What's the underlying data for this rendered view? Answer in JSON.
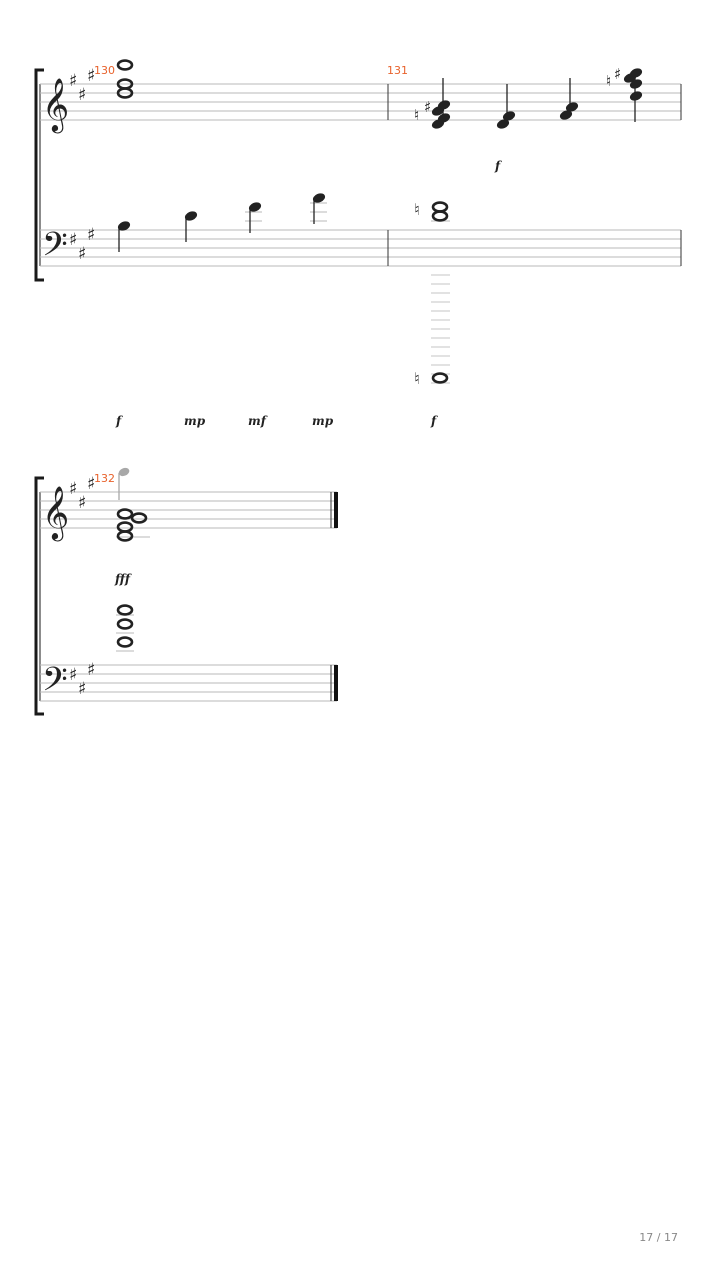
{
  "colors": {
    "measure_number": "#e8622c",
    "staff_line": "#b9b9b9",
    "ink": "#222222",
    "ghost_note": "#a8a8a8",
    "page_number": "#888888"
  },
  "key_signature": "A major (3 sharps)",
  "clefs": [
    "treble-clef-icon",
    "bass-clef-icon"
  ],
  "systems": [
    {
      "measures": [
        {
          "number": "130",
          "dynamics": [
            "f",
            "mp",
            "mf",
            "mp"
          ]
        },
        {
          "number": "131",
          "dynamics": [
            "f",
            "f"
          ]
        }
      ]
    },
    {
      "measures": [
        {
          "number": "132",
          "dynamics": [
            "fff"
          ]
        }
      ]
    }
  ],
  "page_number": "17 / 17"
}
